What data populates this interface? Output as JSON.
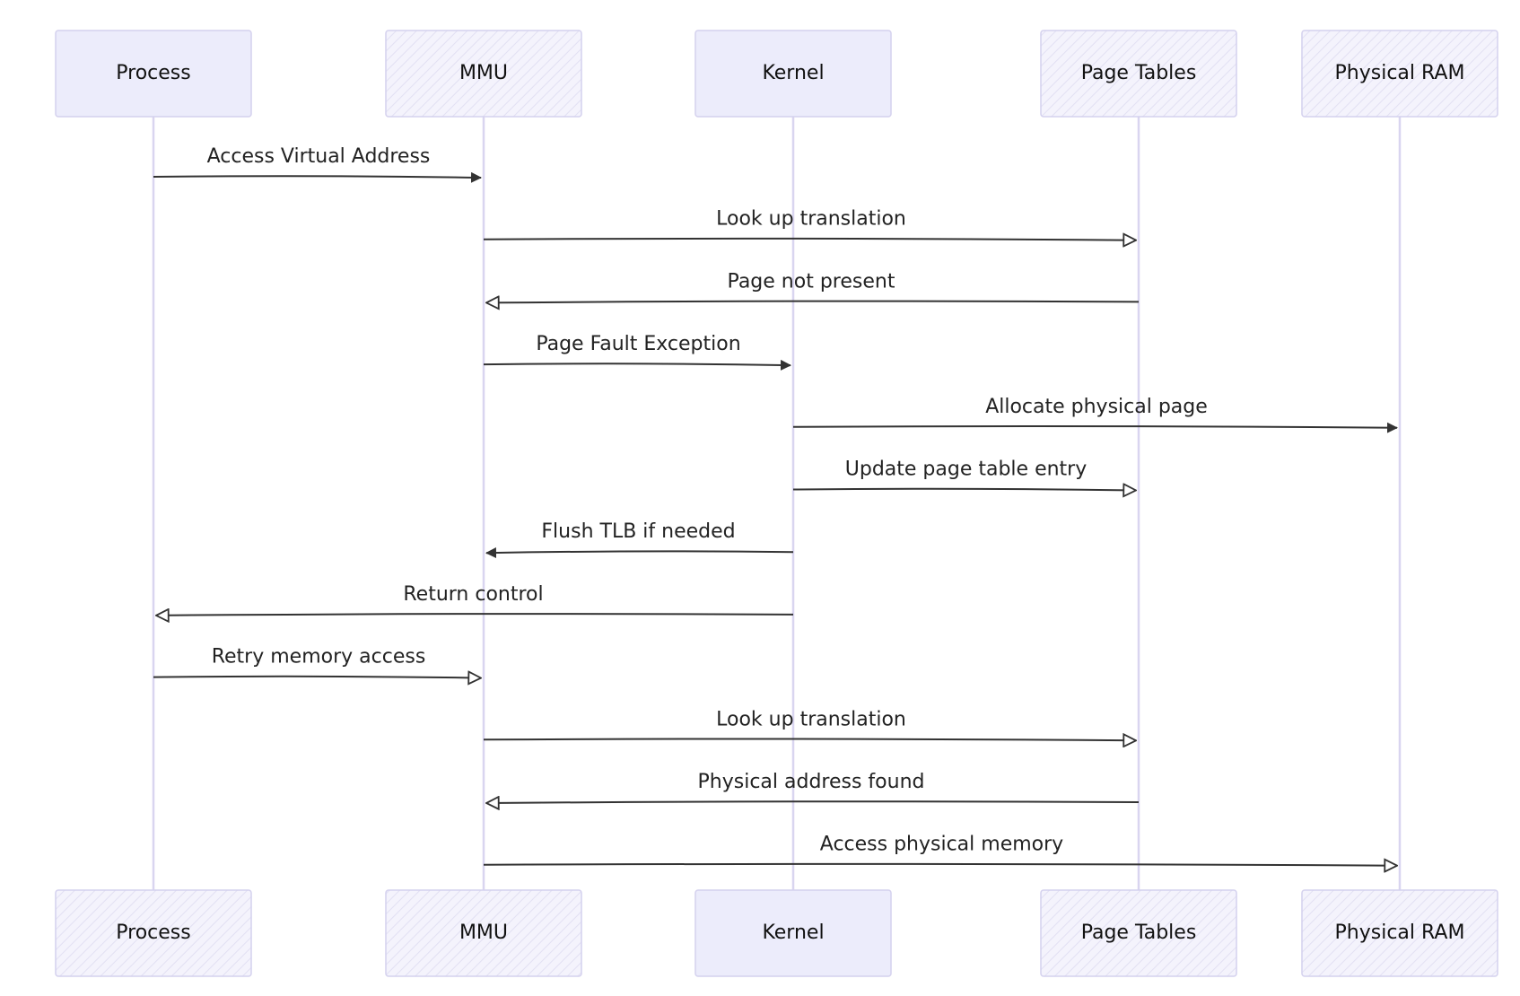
{
  "diagram": {
    "type": "sequence",
    "colors": {
      "actor_fill": "#ececfb",
      "actor_hatch": "#e0def4",
      "actor_border": "#d4d1ee",
      "lifeline": "#d9d5f0",
      "message": "#333333",
      "text": "#222222"
    },
    "actors": [
      {
        "id": "process",
        "label": "Process"
      },
      {
        "id": "mmu",
        "label": "MMU"
      },
      {
        "id": "kernel",
        "label": "Kernel"
      },
      {
        "id": "page_tables",
        "label": "Page Tables"
      },
      {
        "id": "physical_ram",
        "label": "Physical RAM"
      }
    ],
    "messages": [
      {
        "from": "process",
        "to": "mmu",
        "label": "Access Virtual Address",
        "style": "solid-filled"
      },
      {
        "from": "mmu",
        "to": "page_tables",
        "label": "Look up translation",
        "style": "open"
      },
      {
        "from": "page_tables",
        "to": "mmu",
        "label": "Page not present",
        "style": "open"
      },
      {
        "from": "mmu",
        "to": "kernel",
        "label": "Page Fault Exception",
        "style": "solid-filled"
      },
      {
        "from": "kernel",
        "to": "physical_ram",
        "label": "Allocate physical page",
        "style": "solid-filled"
      },
      {
        "from": "kernel",
        "to": "page_tables",
        "label": "Update page table entry",
        "style": "open"
      },
      {
        "from": "kernel",
        "to": "mmu",
        "label": "Flush TLB if needed",
        "style": "solid-filled"
      },
      {
        "from": "kernel",
        "to": "process",
        "label": "Return control",
        "style": "open"
      },
      {
        "from": "process",
        "to": "mmu",
        "label": "Retry memory access",
        "style": "open"
      },
      {
        "from": "mmu",
        "to": "page_tables",
        "label": "Look up translation",
        "style": "open"
      },
      {
        "from": "page_tables",
        "to": "mmu",
        "label": "Physical address found",
        "style": "open"
      },
      {
        "from": "mmu",
        "to": "physical_ram",
        "label": "Access physical memory",
        "style": "open"
      }
    ]
  }
}
